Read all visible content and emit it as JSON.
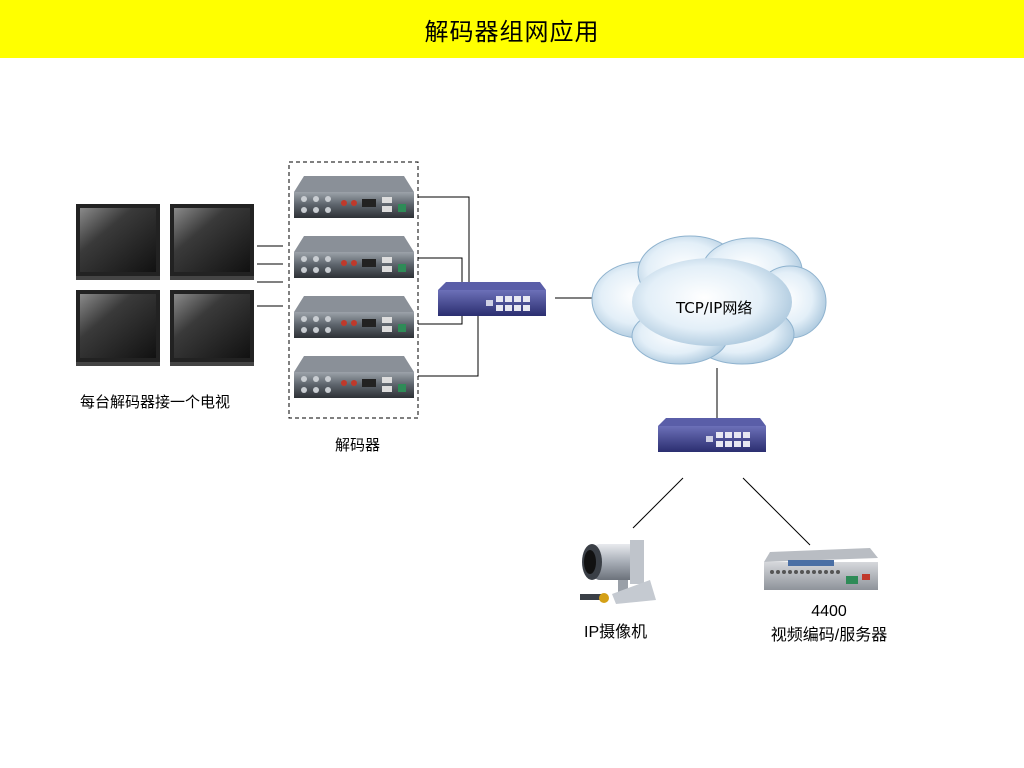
{
  "slide": {
    "title": "解码器组网应用"
  },
  "labels": {
    "monitors": "每台解码器接一个电视",
    "decoders": "解码器",
    "network": "TCP/IP网络",
    "ip_camera": "IP摄像机",
    "encoder_model": "4400",
    "encoder_desc": "视频编码/服务器"
  },
  "colors": {
    "title_bar": "#ffff00",
    "switch_body": "#3c3f8c",
    "cloud_fill": "#d7e9f5"
  }
}
